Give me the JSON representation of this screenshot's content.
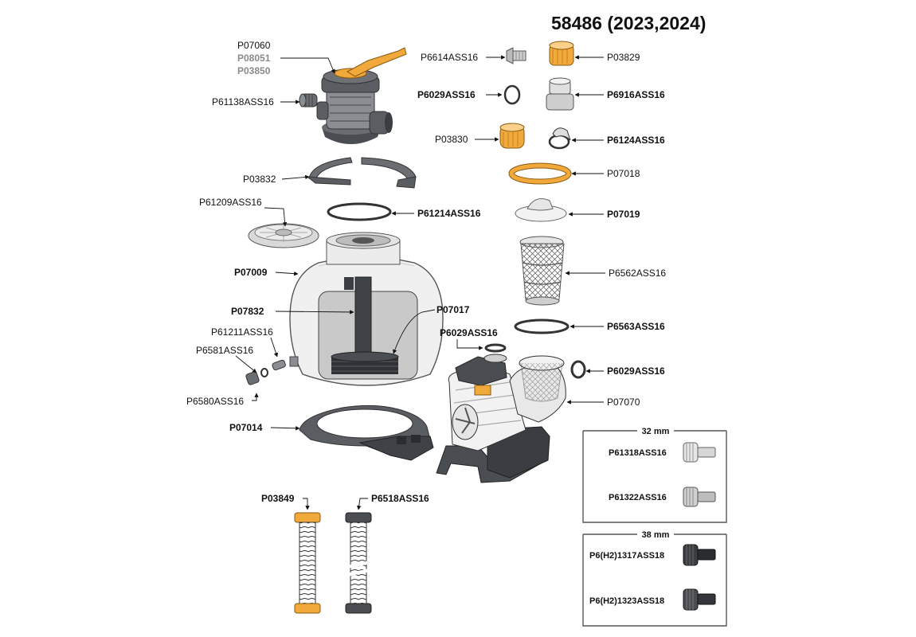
{
  "title": "58486 (2023,2024)",
  "colors": {
    "accent": "#f2a93b",
    "dark": "#4a4d52",
    "mid": "#8a8d92",
    "light": "#e8e8e8"
  },
  "parts": {
    "p07060": "P07060",
    "p08051": "P08051",
    "p03850": "P03850",
    "p61138": "P61138ASS16",
    "p03832": "P03832",
    "p61209": "P61209ASS16",
    "p61214": "P61214ASS16",
    "p07009": "P07009",
    "p07832": "P07832",
    "p07017": "P07017",
    "p61211": "P61211ASS16",
    "p6581": "P6581ASS16",
    "p6580": "P6580ASS16",
    "p07014": "P07014",
    "p03849": "P03849",
    "p6518": "P6518ASS16",
    "p6614": "P6614ASS16",
    "p03829": "P03829",
    "p6029a": "P6029ASS16",
    "p6916": "P6916ASS16",
    "p03830": "P03830",
    "p6124": "P6124ASS16",
    "p07018": "P07018",
    "p07019": "P07019",
    "p6562": "P6562ASS16",
    "p6563": "P6563ASS16",
    "p6029b": "P6029ASS16",
    "p6029c": "P6029ASS16",
    "p07070": "P07070"
  },
  "box32": {
    "heading": "32 mm",
    "items": [
      "P61318ASS16",
      "P61322ASS16"
    ]
  },
  "box38": {
    "heading": "38 mm",
    "items": [
      "P6(H2)1317ASS18",
      "P6(H2)1323ASS18"
    ]
  }
}
